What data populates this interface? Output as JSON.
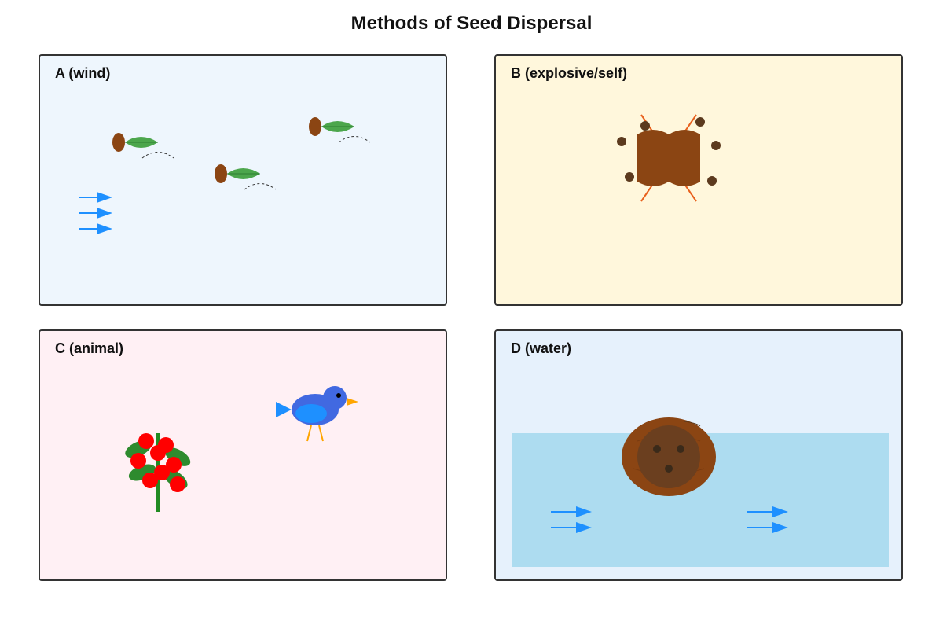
{
  "title": "Methods of Seed Dispersal",
  "colors": {
    "wind_bg": "#EEF6FD",
    "explosive_bg": "#FFF7DC",
    "animal_bg": "#FFF0F4",
    "water_bg": "#E6F1FC",
    "water": "#ADDCF0",
    "arrow": "#1E90FF",
    "seed_brown": "#8B4513",
    "leaf_green": "#4CA64C",
    "berry_red": "#FF0000",
    "bird_blue": "#4169E1",
    "beak_orange": "#FFA500"
  },
  "panels": [
    {
      "id": "a",
      "label": "A (wind)"
    },
    {
      "id": "b",
      "label": "B (explosive/self)"
    },
    {
      "id": "c",
      "label": "C (animal)"
    },
    {
      "id": "d",
      "label": "D (water)"
    }
  ]
}
